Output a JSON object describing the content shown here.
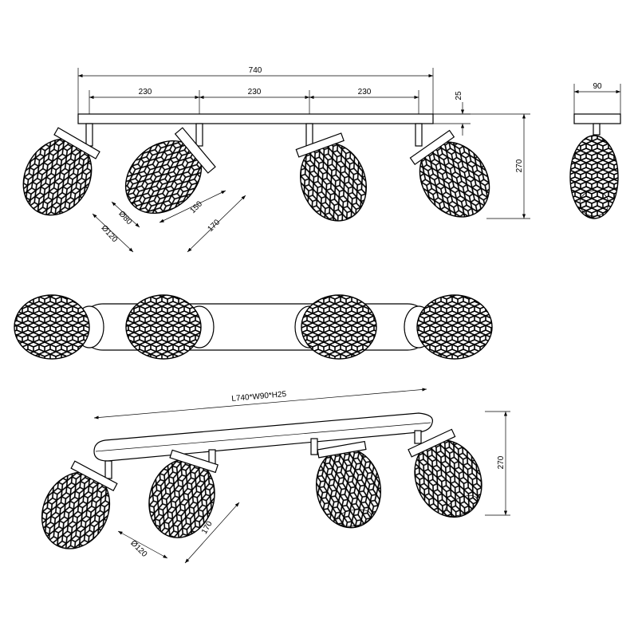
{
  "front_view": {
    "overall_length": "740",
    "spacing_1": "230",
    "spacing_2": "230",
    "spacing_3": "230",
    "bar_height": "25",
    "total_height": "270",
    "inner_diameter": "Ø80",
    "outer_diameter": "Ø120",
    "shade_length": "150",
    "head_length": "170"
  },
  "side_view": {
    "width": "90"
  },
  "perspective_view": {
    "dimensions": "L740*W90*H25",
    "total_height": "270",
    "diameter": "Ø120",
    "head_length": "170"
  },
  "colors": {
    "line": "#000000",
    "background": "#ffffff"
  }
}
